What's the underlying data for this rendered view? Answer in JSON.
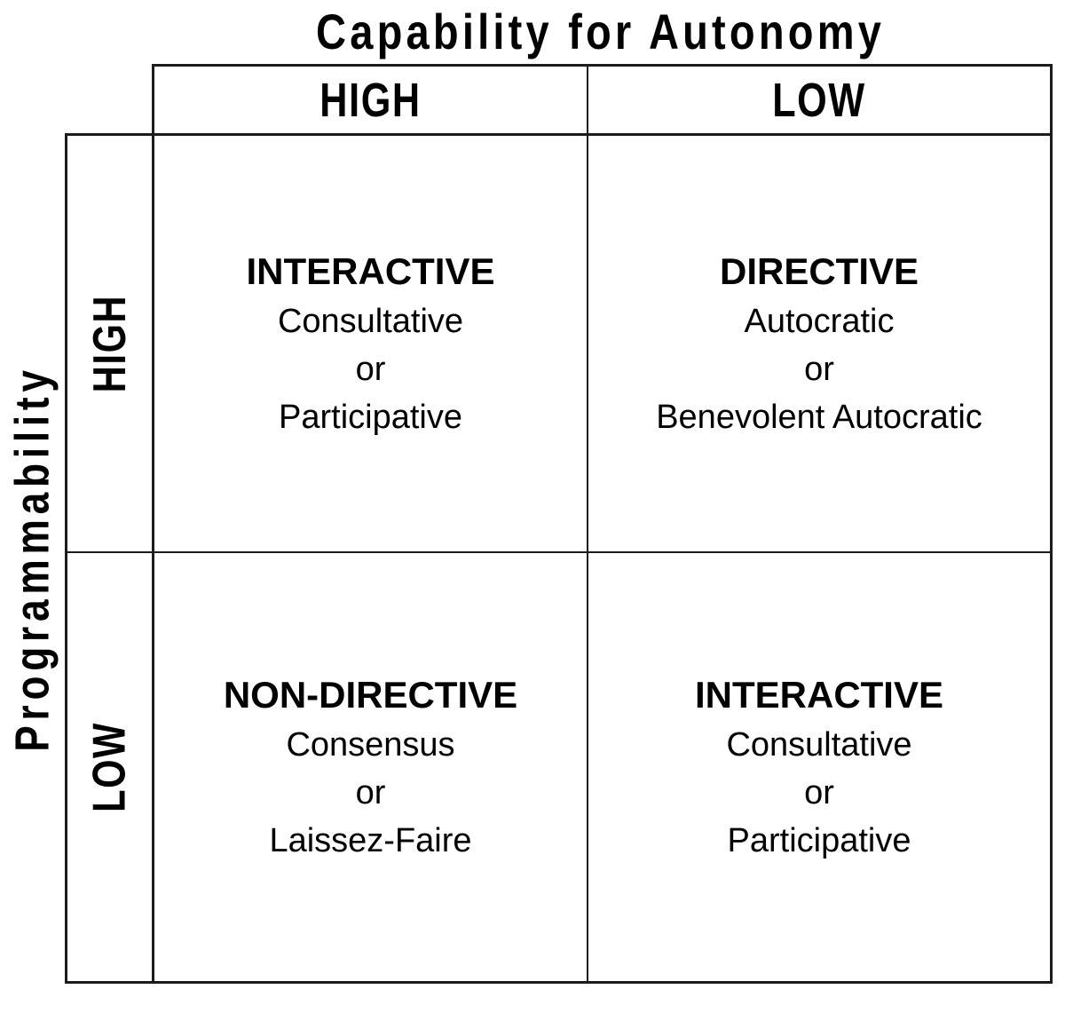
{
  "matrix": {
    "x_axis": {
      "title": "Capability for Autonomy",
      "columns": [
        "HIGH",
        "LOW"
      ]
    },
    "y_axis": {
      "title": "Programmability",
      "rows": [
        "HIGH",
        "LOW"
      ]
    },
    "quadrants": [
      {
        "position": "top-left",
        "title": "INTERACTIVE",
        "lines": [
          "Consultative",
          "or",
          "Participative"
        ]
      },
      {
        "position": "top-right",
        "title": "DIRECTIVE",
        "lines": [
          "Autocratic",
          "or",
          "Benevolent Autocratic"
        ]
      },
      {
        "position": "bottom-left",
        "title": "NON-DIRECTIVE",
        "lines": [
          "Consensus",
          "or",
          "Laissez-Faire"
        ]
      },
      {
        "position": "bottom-right",
        "title": "INTERACTIVE",
        "lines": [
          "Consultative",
          "or",
          "Participative"
        ]
      }
    ],
    "colors": {
      "text": "#000000",
      "border": "#1c1c1c",
      "background": "#ffffff"
    }
  }
}
